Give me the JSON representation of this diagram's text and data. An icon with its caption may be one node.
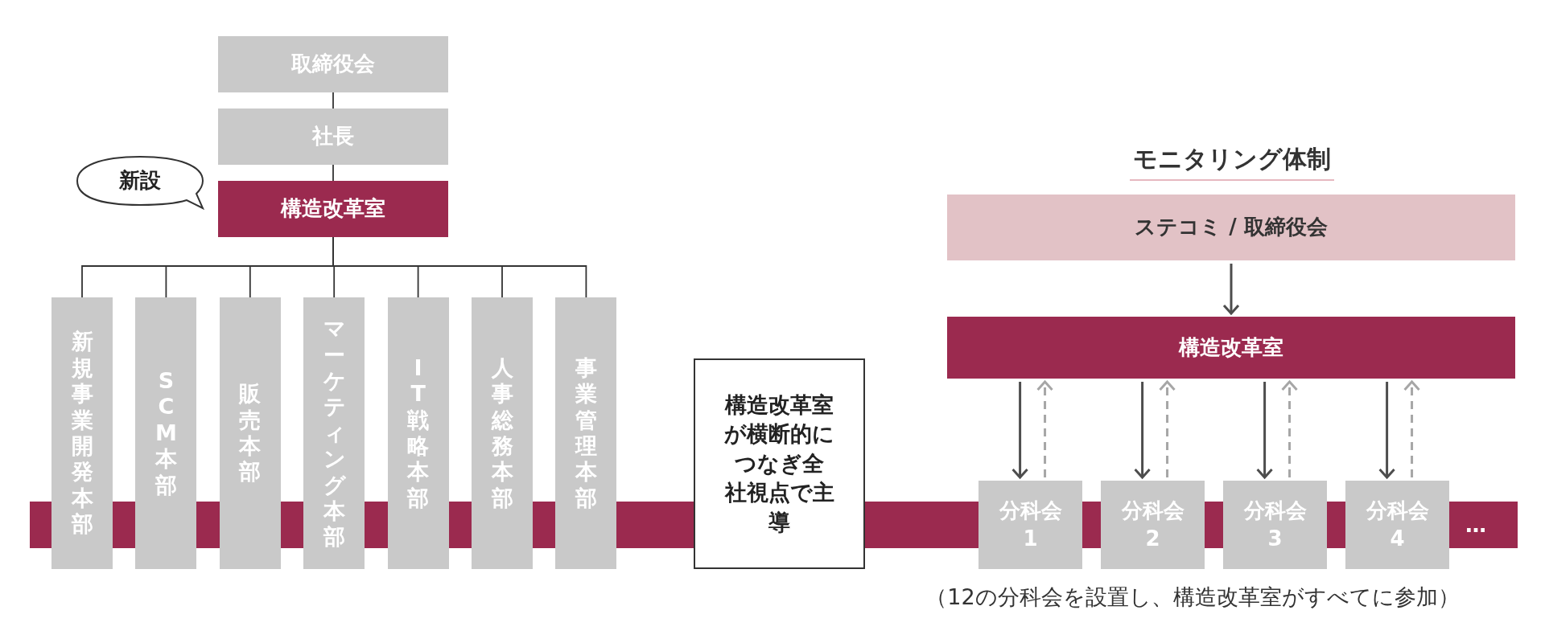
{
  "diagram": {
    "title": "モニタリング体制",
    "caption": "（12の分科会を設置し、構造改革室がすべてに参加）",
    "nodes": [
      {
        "text": [
          "取締役会"
        ]
      },
      {
        "text": [
          "社長"
        ]
      },
      {
        "text": [
          "構造改革室"
        ]
      },
      {
        "text": [
          "新設"
        ]
      },
      {
        "text": [
          "新規事業開発本部"
        ]
      },
      {
        "text": [
          "SCM本部"
        ]
      },
      {
        "text": [
          "販売本部"
        ]
      },
      {
        "text": [
          "マーケティング本部"
        ]
      },
      {
        "text": [
          "IT戦略本部"
        ]
      },
      {
        "text": [
          "人事総務本部"
        ]
      },
      {
        "text": [
          "事業管理本部"
        ]
      },
      {
        "text": [
          "構造改革室が横断的につなぎ全社視点で主導"
        ]
      },
      {
        "text": [
          "ステコミ / 取締役会"
        ]
      },
      {
        "text": [
          "構造改革室"
        ]
      },
      {
        "text": [
          "分科会",
          "1"
        ]
      },
      {
        "text": [
          "分科会",
          "2"
        ]
      },
      {
        "text": [
          "分科会",
          "3"
        ]
      },
      {
        "text": [
          "分科会",
          "4"
        ]
      }
    ],
    "edges": [
      {
        "from": 0,
        "to": 1,
        "arrow": "none"
      },
      {
        "from": 1,
        "to": 2,
        "arrow": "none"
      },
      {
        "from": 2,
        "to": 4,
        "arrow": "none"
      },
      {
        "from": 2,
        "to": 5,
        "arrow": "none"
      },
      {
        "from": 2,
        "to": 6,
        "arrow": "none"
      },
      {
        "from": 2,
        "to": 7,
        "arrow": "none"
      },
      {
        "from": 2,
        "to": 8,
        "arrow": "none"
      },
      {
        "from": 2,
        "to": 9,
        "arrow": "none"
      },
      {
        "from": 2,
        "to": 10,
        "arrow": "none"
      },
      {
        "from": 12,
        "to": 13,
        "arrow": "to"
      },
      {
        "from": 13,
        "to": 14,
        "arrow": "to"
      },
      {
        "from": 14,
        "to": 13,
        "arrow": "to",
        "style": "dashed",
        "color": "#a6a6a6"
      },
      {
        "from": 13,
        "to": 15,
        "arrow": "to"
      },
      {
        "from": 15,
        "to": 13,
        "arrow": "to",
        "style": "dashed",
        "color": "#a6a6a6"
      },
      {
        "from": 13,
        "to": 16,
        "arrow": "to"
      },
      {
        "from": 16,
        "to": 13,
        "arrow": "to",
        "style": "dashed",
        "color": "#a6a6a6"
      },
      {
        "from": 13,
        "to": 17,
        "arrow": "to"
      },
      {
        "from": 17,
        "to": 13,
        "arrow": "to",
        "style": "dashed",
        "color": "#a6a6a6"
      }
    ],
    "labels": [
      "…"
    ]
  }
}
